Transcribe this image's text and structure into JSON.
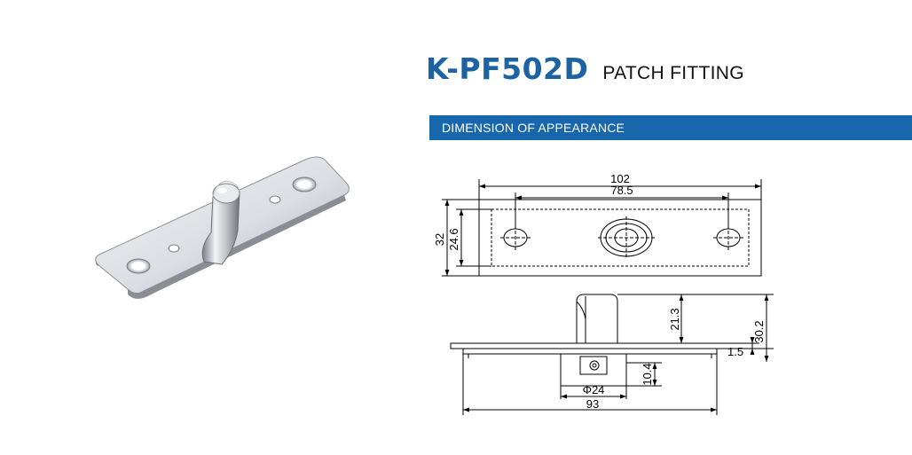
{
  "header": {
    "model": "K-PF502D",
    "product": "PATCH FITTING"
  },
  "section": {
    "title": "DIMENSION OF APPEARANCE"
  },
  "dimensions": {
    "top_view": {
      "overall_length": "102",
      "hole_spacing": "78.5",
      "overall_width": "32",
      "inner_width": "24.6"
    },
    "side_view": {
      "pivot_height": "21.3",
      "total_height": "30.2",
      "plate_thickness": "1.5",
      "lower_depth": "10.4",
      "diameter": "Φ24",
      "base_length": "93"
    }
  },
  "colors": {
    "brand_blue": "#1d63a3",
    "bar_blue": "#1867ad"
  }
}
